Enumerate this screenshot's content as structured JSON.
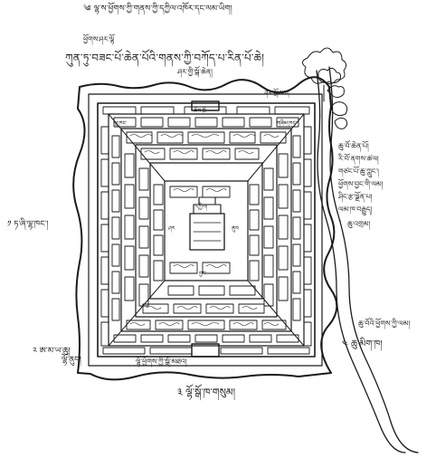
{
  "labels": {
    "title_line1": "༄ ལྷ་ས་ཕྱོགས་ཀྱི་གནས་ཀྱི་དཀྱིལ་འཁོར་དང་ལམ་ཡིག།",
    "title_line2": "ཕྱོགས་ཤར་ལྷོ",
    "title_line3": "ཀུན་ཏུ་བཟང་པོ་ཆེན་པོའི་གནས་ཀྱི་བཀོད་པ་རིན་པོ་ཆེ།",
    "title_line4": "ཤར་གྱི་སྒོ་ཆེན།",
    "west_label": "༡ ཏ་ཞི་ལྷ་ཁང་།",
    "southwest_label": "༢ ཨ་མ་ཡ་ཆུ།",
    "southwest_label2": "ལྷོ་ནུབ།",
    "south_inner": "ལྷོ་ཕྱོགས་ཀྱི་སྒོ་མཐའ།",
    "south_label": "༣ ལྷོ་སྒོ་ཁ་གསུམ།",
    "right_top": "ཤར་སྒོ་ལམ།",
    "east1": "ཆུ་བོ་ཆེན་པོ།",
    "east2": "རི་བོ་ནགས་ཚལ།",
    "east3": "གཙང་པོ་ཆུ་ཀླུང་།",
    "east4": "ཕྱོགས་བྱང་གི་ལམ།",
    "east5": "ཤིང་རྩ་ལྗོན་པ།",
    "east6": "ལམ་ཁ་བརྒྱུད།",
    "east7": "ཆུ་འགྲམ།",
    "east8": "ཆུ་བོའི་ཕྱོགས་ཀྱི་ལམ།",
    "east9": "༤ ཆུ་མིག་ཁ།"
  },
  "inner_cells": {
    "cell_top_left": "ལྷ་ཁང་",
    "cell_top_mid": "ཆོས་ཁྲི",
    "cell_top_right": "གཟིམ་ཁང་",
    "cell_center": "དཀྱིལ།",
    "cell_left": "ཤར",
    "cell_right": "ནུབ",
    "cell_bottom": "བྱང་"
  },
  "colors": {
    "ink": "#1a1a1a",
    "paper": "#ffffff"
  }
}
